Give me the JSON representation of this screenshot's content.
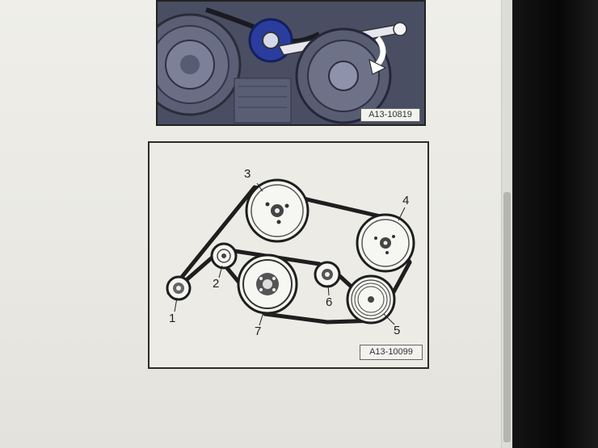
{
  "figures": {
    "photo": {
      "label": "A13-10819"
    },
    "diagram": {
      "label": "A13-10099",
      "callouts": [
        "1",
        "2",
        "3",
        "4",
        "5",
        "6",
        "7"
      ]
    }
  }
}
